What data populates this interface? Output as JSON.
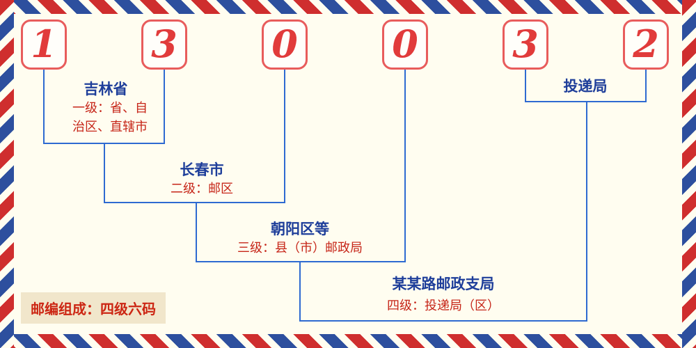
{
  "postal_code": {
    "digits": [
      "1",
      "3",
      "0",
      "0",
      "3",
      "2"
    ]
  },
  "annotations": {
    "level1": {
      "title": "吉林省",
      "desc_lines": [
        "一级：省、自",
        "治区、直辖市"
      ]
    },
    "level2": {
      "title": "长春市",
      "desc": "二级：邮区"
    },
    "level3": {
      "title": "朝阳区等",
      "desc": "三级：县（市）邮政局"
    },
    "level4": {
      "title": "某某路邮政支局",
      "desc": "四级：投递局（区）"
    },
    "delivery": {
      "title": "投递局"
    }
  },
  "footer_note": "邮编组成：四级六码",
  "colors": {
    "digit_red": "#e13b3b",
    "box_border_red": "#e85c5c",
    "connector_blue": "#2e6ad1",
    "title_blue": "#1e3e9a",
    "desc_red": "#c62518",
    "note_red": "#cc2613",
    "note_bg": "#f1e6cb",
    "stripe_red": "#cf2e2e",
    "stripe_blue": "#2d4f9e",
    "background": "#fffdf0"
  }
}
